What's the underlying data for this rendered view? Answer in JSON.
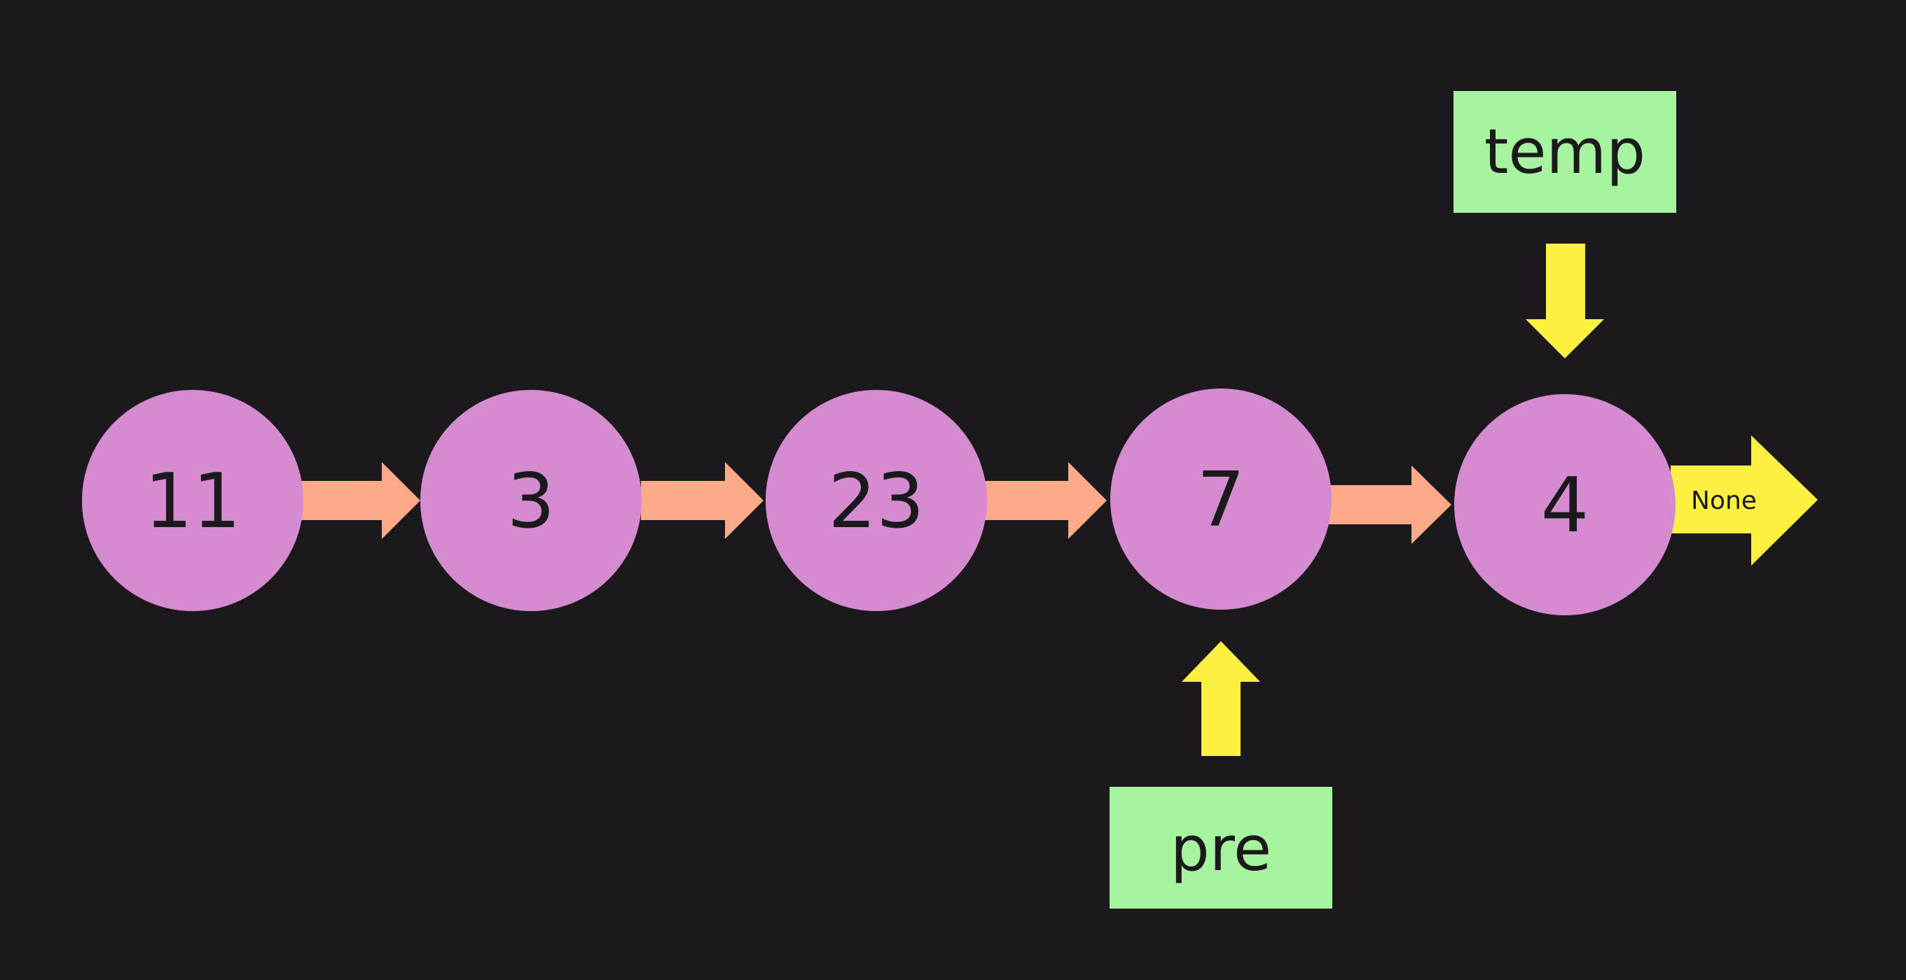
{
  "linked_list": {
    "nodes": [
      {
        "value": "11"
      },
      {
        "value": "3"
      },
      {
        "value": "23"
      },
      {
        "value": "7"
      },
      {
        "value": "4"
      }
    ],
    "tail_label": "None"
  },
  "pointers": {
    "temp": {
      "label": "temp",
      "points_to_index": 4
    },
    "pre": {
      "label": "pre",
      "points_to_index": 3
    }
  },
  "colors": {
    "background": "#1b191c",
    "node_fill": "#d48bd0",
    "link_arrow": "#fca98a",
    "pointer_arrow": "#fdf043",
    "pointer_box": "#a6f3a0",
    "text": "#1b191c"
  }
}
